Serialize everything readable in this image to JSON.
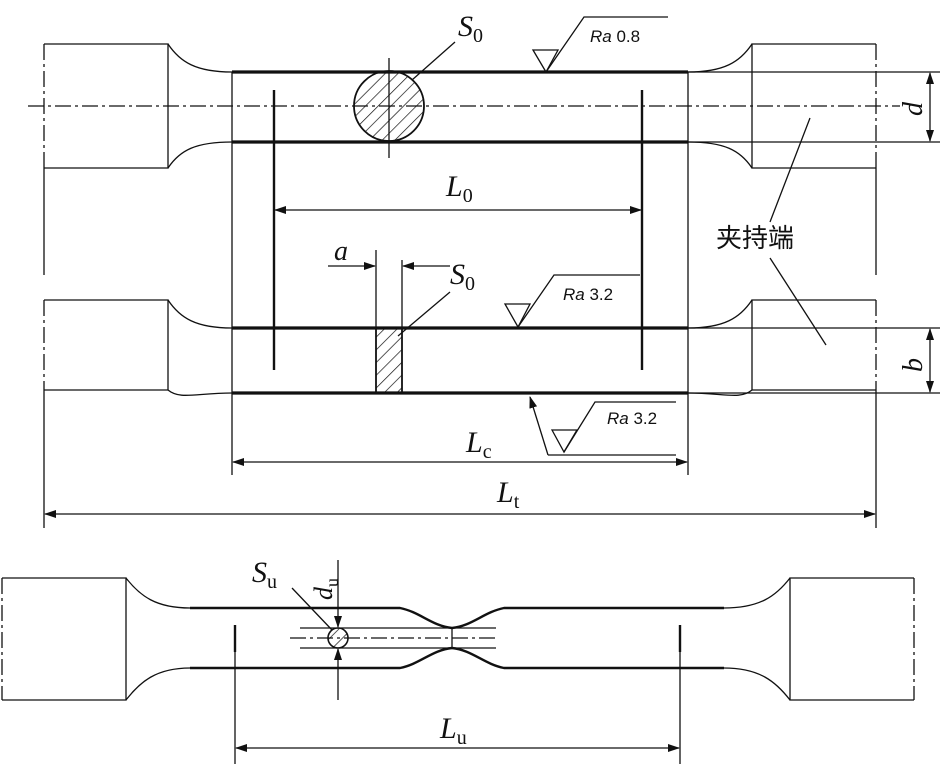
{
  "labels": {
    "s0_top": "S",
    "s0_top_sub": "0",
    "ra_top": "Ra",
    "ra_top_val": "0.8",
    "d": "d",
    "l0": "L",
    "l0_sub": "0",
    "clamp_end": "夹持端",
    "a": "a",
    "s0_mid": "S",
    "s0_mid_sub": "0",
    "ra_mid": "Ra",
    "ra_mid_val": "3.2",
    "b": "b",
    "ra_bot": "Ra",
    "ra_bot_val": "3.2",
    "lc": "L",
    "lc_sub": "c",
    "lt": "L",
    "lt_sub": "t",
    "su": "S",
    "su_sub": "u",
    "du": "d",
    "du_sub": "u",
    "lu": "L",
    "lu_sub": "u"
  },
  "colors": {
    "ink": "#111111",
    "background": "#ffffff"
  }
}
